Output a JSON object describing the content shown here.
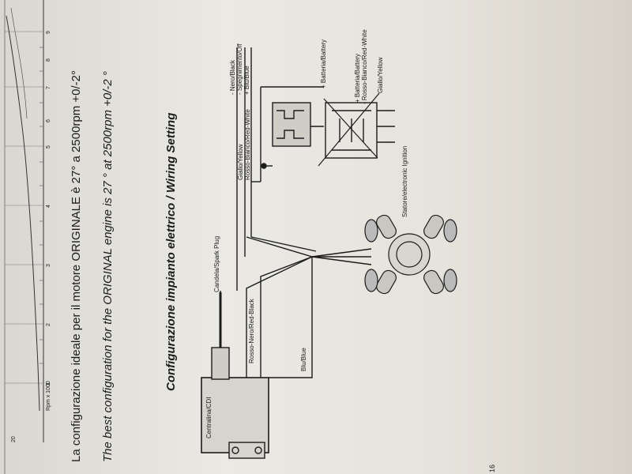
{
  "graph": {
    "y_value": "20",
    "axis_label": "Rpm x 1000",
    "ticks": [
      "1",
      "2",
      "3",
      "4",
      "5",
      "6",
      "7",
      "8",
      "9"
    ]
  },
  "text": {
    "italian": "La configurazione ideale per il motore ORIGINALE è 27°  a 2500rpm +0/-2°",
    "english": "The best configuration for the ORIGINAL engine is 27 ° at 2500rpm +0/-2 °",
    "title": "Configurazione impianto elettrico / Wiring Setting"
  },
  "labels": {
    "cdi": "Centralina/CDI",
    "spark_plug": "Candela/Spark Plug",
    "red_black": "Rosso-Nero/Red-Black",
    "blue": "Blu/Blue",
    "yellow": "Giallo/Yellow",
    "red_white": "Rosso-Bianco/Red-White",
    "nero_black": "- Nero/Black",
    "off": "- Spegnimento/Off",
    "blu_blue": "+ Blu/Blue",
    "battery_1": "+ Batteria/Battery",
    "battery_2": "+ Batteria/Battery",
    "red_white_2": "- Rosso-Bianco/Red-White",
    "yellow_2": "Giallo/Yellow",
    "stator": "Statore/electronic Ignition"
  },
  "page_number": "16"
}
